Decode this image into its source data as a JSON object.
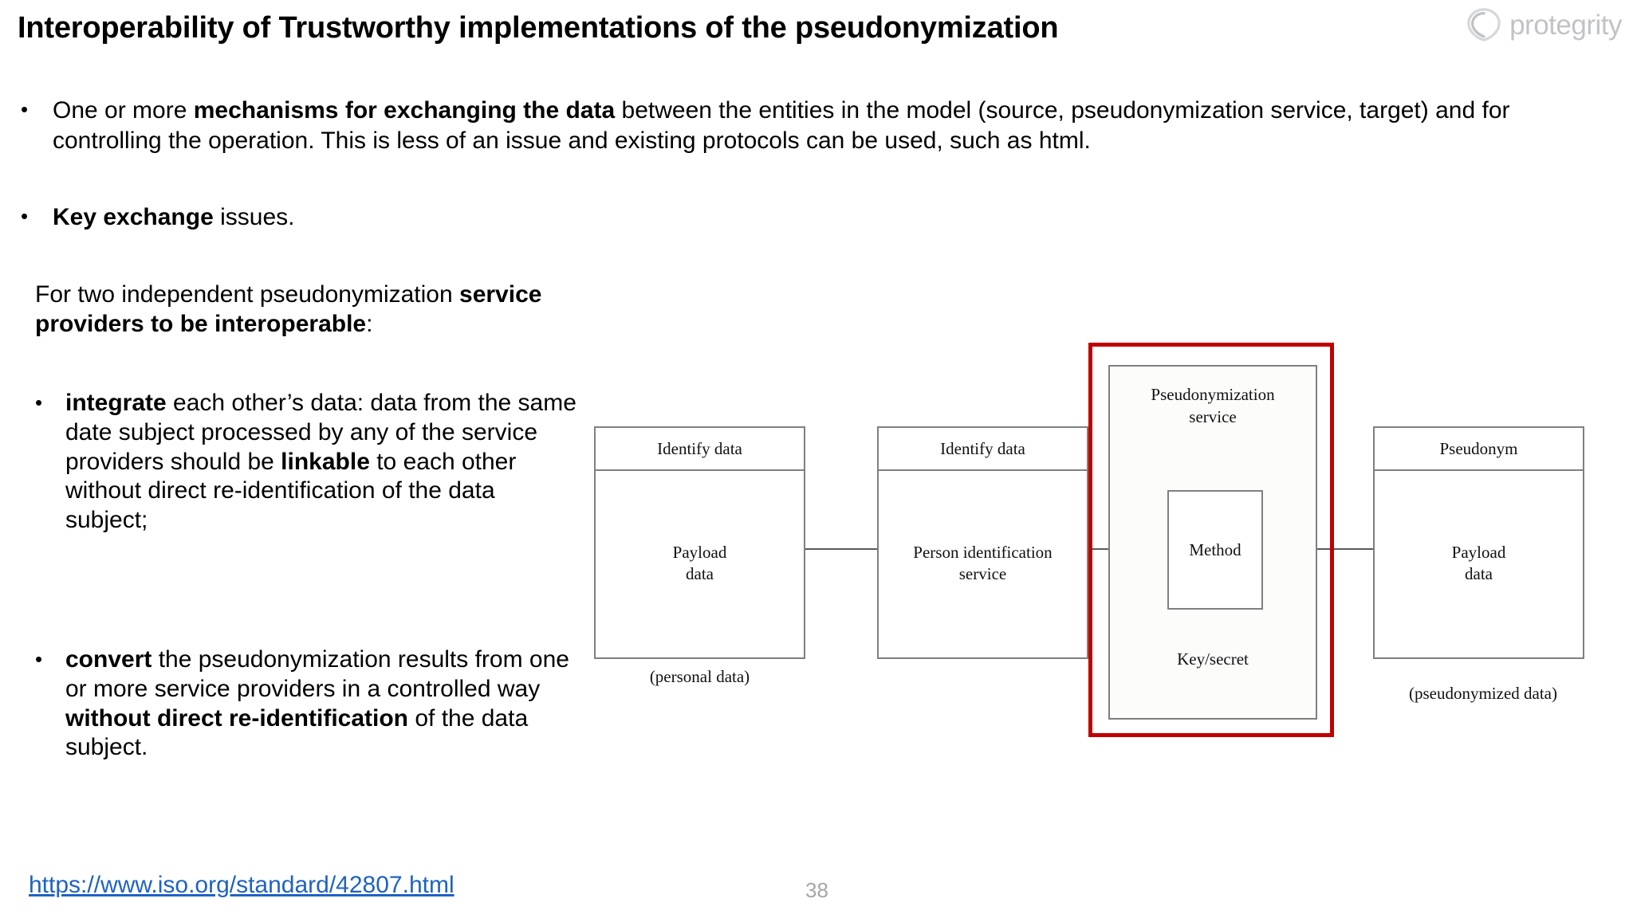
{
  "header": {
    "title": "Interoperability of Trustworthy implementations of the pseudonymization",
    "logo_text": "protegrity"
  },
  "content": {
    "bullet_wide": {
      "marker": "•",
      "segments": [
        {
          "text": "One or more ",
          "bold": false
        },
        {
          "text": "mechanisms for exchanging the data",
          "bold": true
        },
        {
          "text": " between the entities in the model (source, pseudonymization service, target) and for controlling the operation. This is less of an issue and existing protocols can be used, such as html.",
          "bold": false
        }
      ]
    },
    "bullet_key": {
      "marker": "•",
      "segments": [
        {
          "text": "Key exchange",
          "bold": true
        },
        {
          "text": " issues.",
          "bold": false
        }
      ]
    },
    "intro_paragraph": {
      "segments": [
        {
          "text": "For two independent pseudonymization ",
          "bold": false
        },
        {
          "text": "service providers to be interoperable",
          "bold": true
        },
        {
          "text": ":",
          "bold": false
        }
      ]
    },
    "bullet_integrate": {
      "marker": "•",
      "segments": [
        {
          "text": "integrate",
          "bold": true
        },
        {
          "text": " each other’s data: data from the same date subject processed by any of the service providers should be ",
          "bold": false
        },
        {
          "text": "linkable",
          "bold": true
        },
        {
          "text": " to each other without direct re-identification of the data subject;",
          "bold": false
        }
      ]
    },
    "bullet_convert": {
      "marker": "•",
      "segments": [
        {
          "text": "convert",
          "bold": true
        },
        {
          "text": " the pseudonymization results from one or more service providers in a controlled way ",
          "bold": false
        },
        {
          "text": "without direct re-identification",
          "bold": true
        },
        {
          "text": " of the data subject.",
          "bold": false
        }
      ]
    },
    "source_link": "https://www.iso.org/standard/42807.html",
    "page_number": "38"
  },
  "diagram": {
    "box1": {
      "header": "Identify data",
      "body": "Payload\ndata",
      "caption": "(personal data)"
    },
    "box2": {
      "header": "Identify data",
      "body": "Person identification\nservice"
    },
    "box3": {
      "title": "Pseudonymization\nservice",
      "method": "Method",
      "key": "Key/secret",
      "highlight_color": "#c00000"
    },
    "box4": {
      "header": "Pseudonym",
      "body": "Payload\ndata",
      "caption": "(pseudonymized data)"
    }
  },
  "colors": {
    "link": "#1f62c4",
    "highlight": "#c00000",
    "box_border": "#7f7f7f",
    "page_number": "#a6a6a6",
    "logo": "#bcbec4"
  }
}
